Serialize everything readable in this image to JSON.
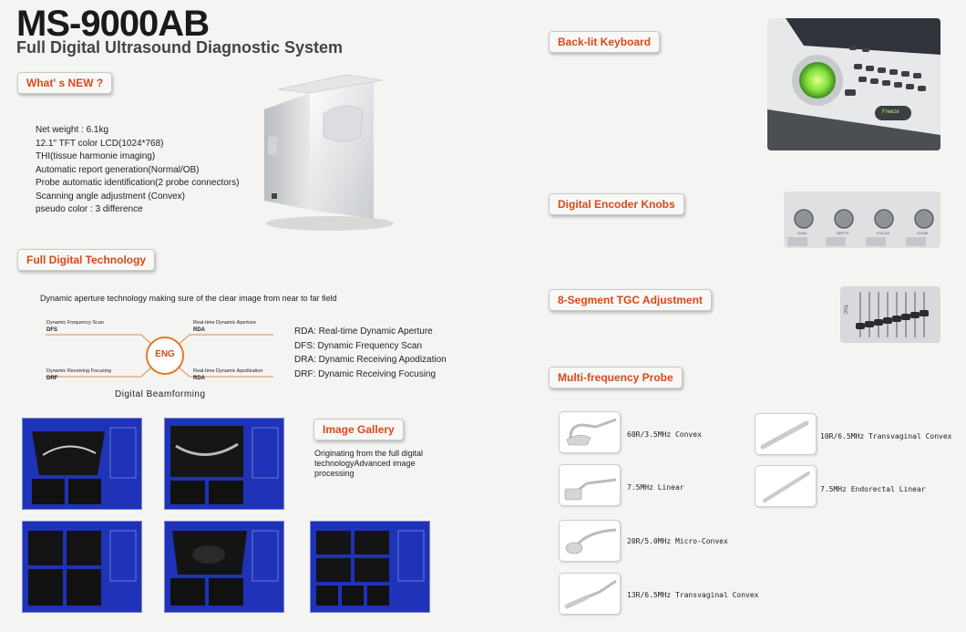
{
  "header": {
    "title": "MS-9000AB",
    "subtitle": "Full Digital Ultrasound Diagnostic System"
  },
  "sections": {
    "whats_new": "What' s NEW ?",
    "full_digital": "Full Digital Technology",
    "image_gallery": "Image Gallery",
    "backlit": "Back-lit Keyboard",
    "encoder": "Digital Encoder Knobs",
    "tgc": "8-Segment TGC Adjustment",
    "probe": "Multi-frequency Probe"
  },
  "specs": [
    "Net weight : 6.1kg",
    "12.1\" TFT color LCD(1024*768)",
    "THI(tissue harmonie imaging)",
    "Automatic report generation(Normal/OB)",
    "Probe automatic identification(2 probe connectors)",
    "Scanning angle adjustment (Convex)",
    "pseudo color : 3 difference"
  ],
  "technology": {
    "intro": "Dynamic aperture technology making  sure   of  the   clear image  from near to far field",
    "diagram": {
      "center": "ENG",
      "caption": "Digital Beamforming",
      "nodes": [
        {
          "name": "Dynamic Frequency Scan",
          "abbr": "DFS"
        },
        {
          "name": "Real-time Dynamic Aperture",
          "abbr": "RDA"
        },
        {
          "name": "Dynamic Receiving Focusing",
          "abbr": "DRF"
        },
        {
          "name": "Real-time Dynamic Apodization",
          "abbr": "RDA"
        }
      ]
    },
    "legend": [
      "RDA: Real-time Dynamic Aperture",
      "DFS: Dynamic Frequency Scan",
      "DRA: Dynamic Receiving Apodization",
      "DRF: Dynamic Receiving Focusing"
    ]
  },
  "gallery": {
    "description_line1": "Originating from the full digital",
    "description_line2": "technologyAdvanced image",
    "description_line3": "processing"
  },
  "encoder_labels": [
    "GAIN",
    "DEPTH",
    "FOCUS",
    "ZOOM"
  ],
  "keyboard_label": "Freeze",
  "tgc_label": "TGC",
  "probes": [
    {
      "label": "60R/3.5MHz Convex"
    },
    {
      "label": "10R/6.5MHz Transvaginal Convex"
    },
    {
      "label": "7.5MHz Linear"
    },
    {
      "label": "7.5MHz Endorectal Linear"
    },
    {
      "label": "20R/5.0MHz Micro-Convex"
    },
    {
      "label": "13R/6.5MHz Transvaginal Convex"
    }
  ]
}
